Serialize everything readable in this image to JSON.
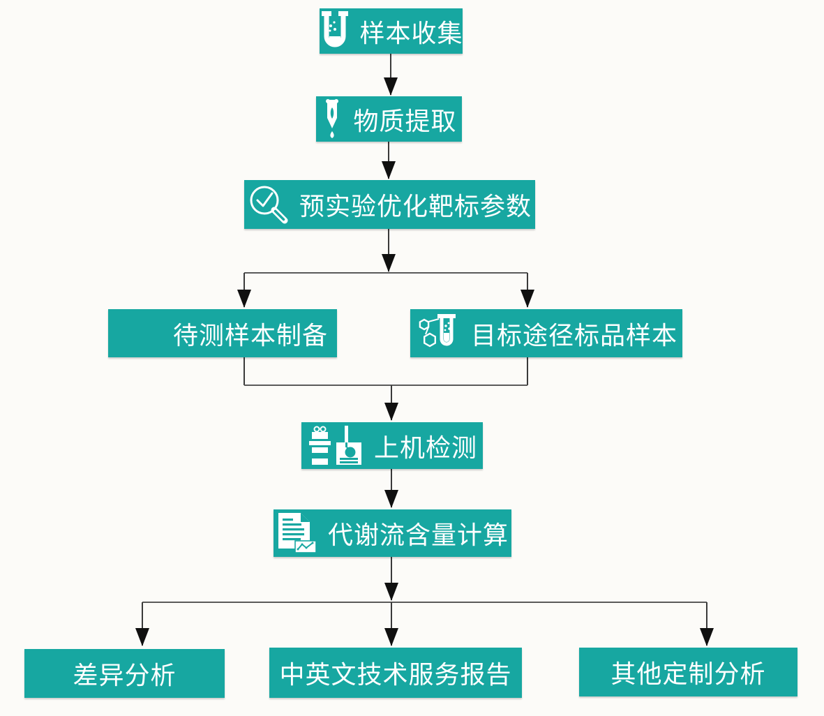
{
  "diagram": {
    "type": "flowchart",
    "background_color": "#fcfbf8",
    "node_fill_color": "#17a7a1",
    "node_text_color": "#ffffff",
    "connector_color": "#3a3a3a",
    "arrowhead_color": "#101010",
    "nodes": [
      {
        "id": "sample-collection",
        "label": "样本收集",
        "icon": "test-tube-icon"
      },
      {
        "id": "substance-extraction",
        "label": "物质提取",
        "icon": "dropper-icon"
      },
      {
        "id": "pre-experiment-optimization",
        "label": "预实验优化靶标参数",
        "icon": "magnifier-check-icon"
      },
      {
        "id": "sample-preparation",
        "label": "待测样本制备",
        "icon": ""
      },
      {
        "id": "target-pathway-standard",
        "label": "目标途径标品样本",
        "icon": "molecule-test-tube-icon"
      },
      {
        "id": "instrument-detection",
        "label": "上机检测",
        "icon": "analyzer-icon"
      },
      {
        "id": "flux-calculation",
        "label": "代谢流含量计算",
        "icon": "document-chart-icon"
      },
      {
        "id": "difference-analysis",
        "label": "差异分析",
        "icon": ""
      },
      {
        "id": "bilingual-report",
        "label": "中英文技术服务报告",
        "icon": ""
      },
      {
        "id": "custom-analysis",
        "label": "其他定制分析",
        "icon": ""
      }
    ],
    "edges": [
      [
        "sample-collection",
        "substance-extraction"
      ],
      [
        "substance-extraction",
        "pre-experiment-optimization"
      ],
      [
        "pre-experiment-optimization",
        "sample-preparation"
      ],
      [
        "pre-experiment-optimization",
        "target-pathway-standard"
      ],
      [
        "sample-preparation",
        "instrument-detection"
      ],
      [
        "target-pathway-standard",
        "instrument-detection"
      ],
      [
        "instrument-detection",
        "flux-calculation"
      ],
      [
        "flux-calculation",
        "difference-analysis"
      ],
      [
        "flux-calculation",
        "bilingual-report"
      ],
      [
        "flux-calculation",
        "custom-analysis"
      ]
    ]
  }
}
